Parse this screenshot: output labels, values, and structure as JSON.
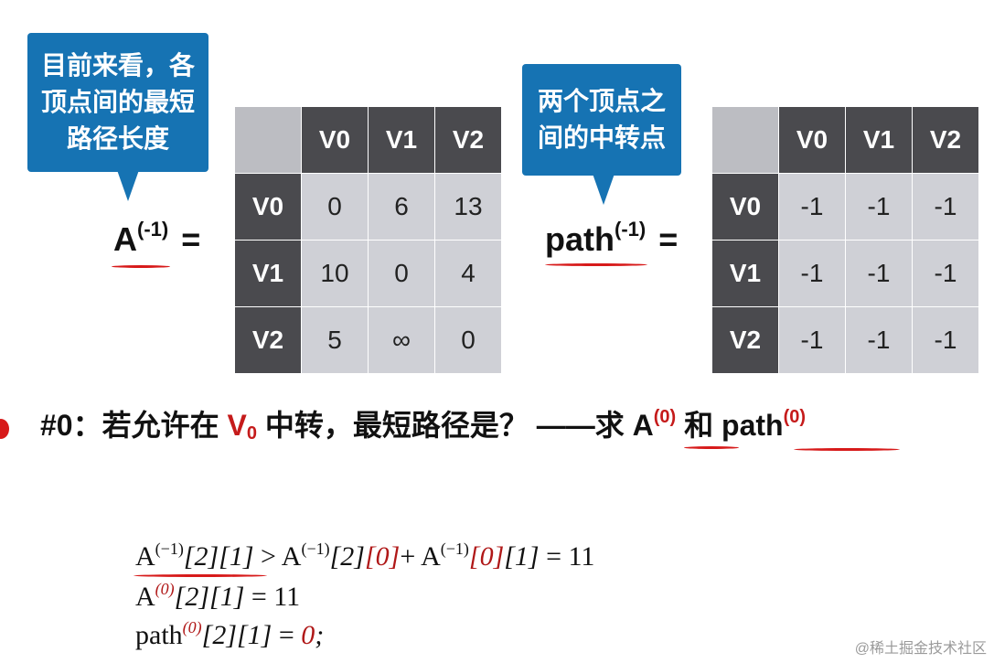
{
  "callouts": {
    "left": "目前来看，各\n顶点间的最短\n路径长度",
    "right": "两个顶点之\n间的中转点"
  },
  "labels": {
    "A_base": "A",
    "A_sup": "(-1)",
    "path_base": "path",
    "path_sup": "(-1)",
    "equals": "="
  },
  "matrix_A": {
    "col_headers": [
      "V0",
      "V1",
      "V2"
    ],
    "rows": [
      {
        "header": "V0",
        "cells": [
          "0",
          "6",
          "13"
        ]
      },
      {
        "header": "V1",
        "cells": [
          "10",
          "0",
          "4"
        ]
      },
      {
        "header": "V2",
        "cells": [
          "5",
          "∞",
          "0"
        ]
      }
    ]
  },
  "matrix_path": {
    "col_headers": [
      "V0",
      "V1",
      "V2"
    ],
    "rows": [
      {
        "header": "V0",
        "cells": [
          "-1",
          "-1",
          "-1"
        ]
      },
      {
        "header": "V1",
        "cells": [
          "-1",
          "-1",
          "-1"
        ]
      },
      {
        "header": "V2",
        "cells": [
          "-1",
          "-1",
          "-1"
        ]
      }
    ]
  },
  "question": {
    "prefix": "#0：若允许在 ",
    "v": "V",
    "v_sub": "0",
    "middle": " 中转，最短路径是？ ——求 ",
    "a": "A",
    "a_sup": "(0)",
    "and": " 和 ",
    "path": "path",
    "path_sup": "(0)"
  },
  "formulas": {
    "line1": {
      "a1": "A",
      "s1": "(−1)",
      "i1": "[2][1]",
      "gt": " > ",
      "a2": "A",
      "s2": "(−1)",
      "i2a": "[2]",
      "i2b": "[0]",
      "plus": "+ ",
      "a3": "A",
      "s3": "(−1)",
      "i3a": "[0]",
      "i3b": "[1]",
      "res": " = 11"
    },
    "line2": {
      "a": "A",
      "s": "(0)",
      "idx": "[2][1]",
      "res": " = 11"
    },
    "line3": {
      "p": "path",
      "s": "(0)",
      "idx": "[2][1]",
      "eq": " = ",
      "val": "0",
      "semi": ";"
    }
  },
  "watermark": "@稀土掘金技术社区",
  "colors": {
    "callout": "#1673b3",
    "header": "#4a4a4e",
    "cell": "#cfd0d6",
    "accent_red": "#c51b1b"
  }
}
